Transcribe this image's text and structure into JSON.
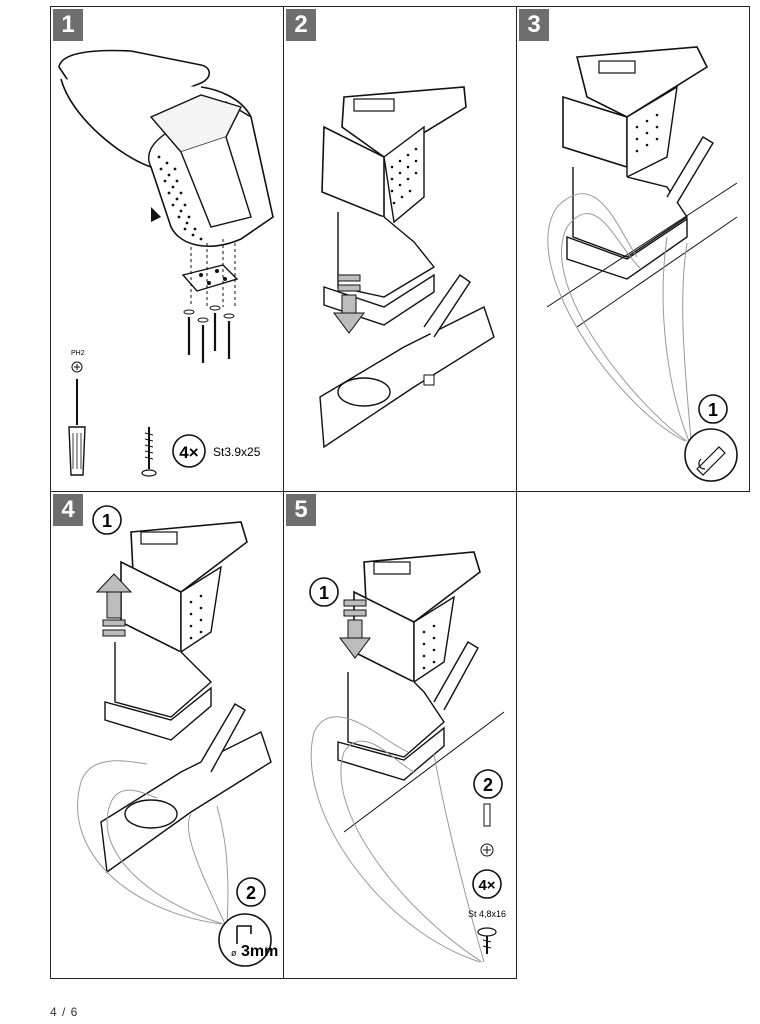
{
  "page_number": "4 / 6",
  "steps": [
    {
      "number": "1"
    },
    {
      "number": "2"
    },
    {
      "number": "3"
    },
    {
      "number": "4"
    },
    {
      "number": "5"
    }
  ],
  "callouts": {
    "one": "1",
    "two": "2"
  },
  "step1": {
    "tool_label": "PH2",
    "screw_qty": "4×",
    "screw_spec": "St3.9x25"
  },
  "step4": {
    "drill_size": "3mm"
  },
  "step5": {
    "screw_qty": "4×",
    "screw_spec": "St 4,8x16"
  },
  "colors": {
    "panel_border": "#222222",
    "step_badge": "#6e6e6e",
    "arrow_fill": "#bdbdbd",
    "line_art": "#111111"
  }
}
